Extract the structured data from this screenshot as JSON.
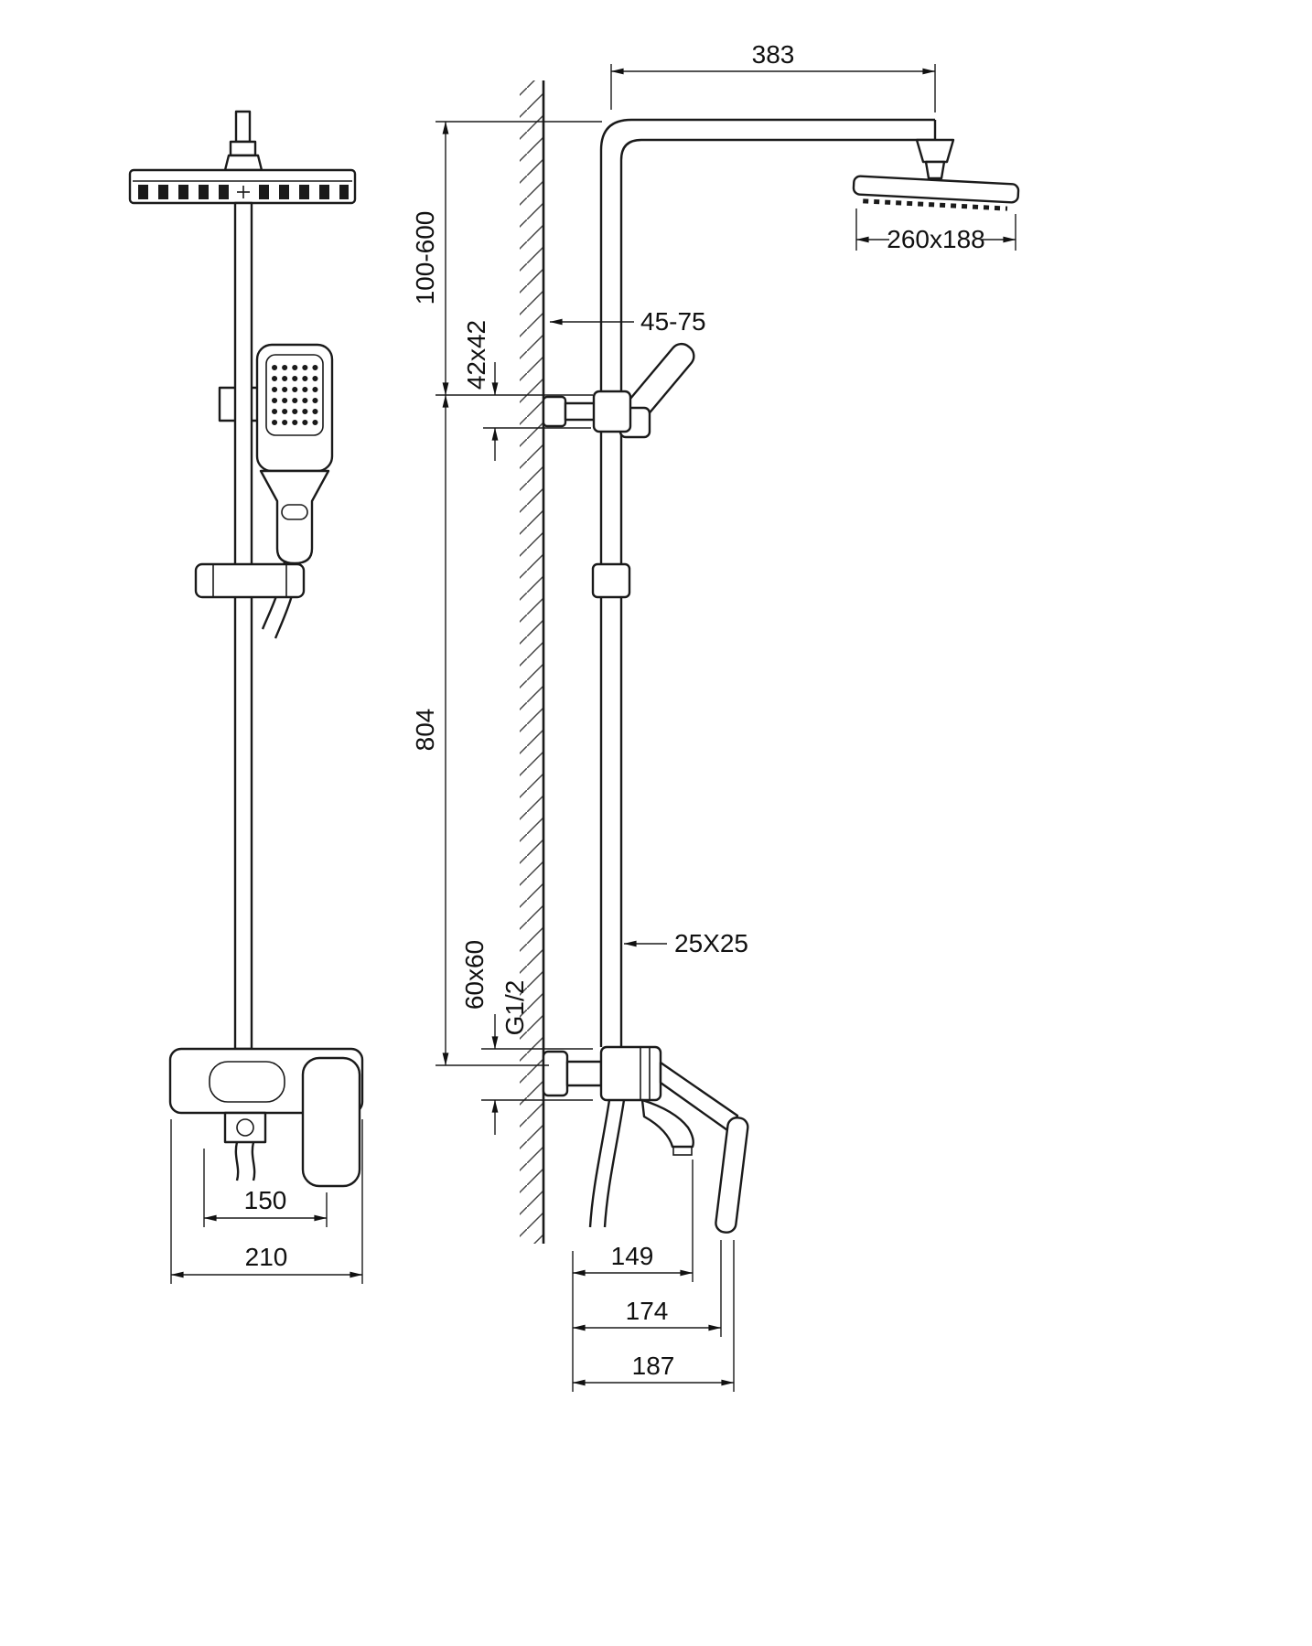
{
  "labels": {
    "arm_reach": "383",
    "head_size": "260x188",
    "riser_adjust": "100-600",
    "bracket_size": "42x42",
    "wall_clearance": "45-75",
    "column_height": "804",
    "pipe_profile": "25X25",
    "mixer_body": "60x60",
    "thread_size": "G1/2",
    "inlet_spacing": "150",
    "mixer_width": "210",
    "reach_spout": "149",
    "reach_handle": "174",
    "reach_total": "187"
  }
}
